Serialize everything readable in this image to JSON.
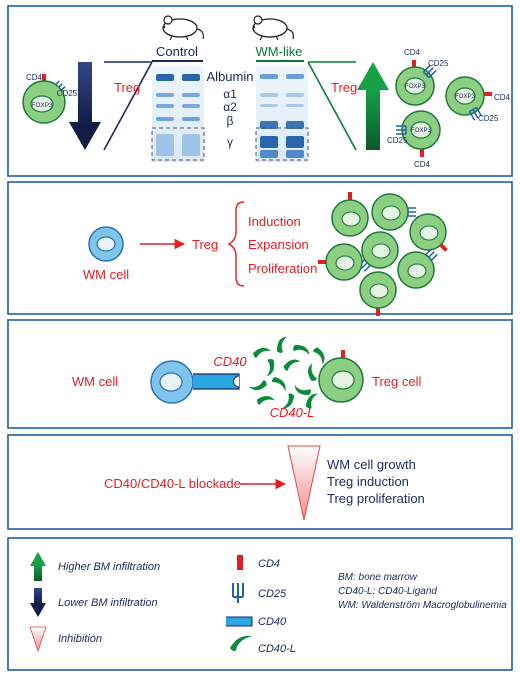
{
  "colors": {
    "frame": "#1f5fa8",
    "red": "#e31e24",
    "navy": "#1b2a5a",
    "green": "#0b7a3b",
    "cell_fill": "#8ccf83",
    "cell_stroke": "#1f7a3a",
    "wm_fill": "#7fc4ea",
    "wm_stroke": "#2a72b8",
    "cd25": "#2460b0",
    "text": "#1b2a5a"
  },
  "panel1": {
    "control_label": "Control",
    "wmlike_label": "WM-like",
    "treg_left": "Treg",
    "treg_right": "Treg",
    "bands": [
      "Albumin",
      "α1",
      "α2",
      "β",
      "γ"
    ],
    "cell_labels": {
      "cd4": "CD4",
      "cd25": "CD25",
      "foxp3": "FOXP3"
    },
    "icons": [
      "mouse-icon",
      "mouse-icon",
      "down-arrow-icon",
      "up-arrow-icon"
    ]
  },
  "panel2": {
    "wm_cell": "WM cell",
    "treg": "Treg",
    "effects": [
      "Induction",
      "Expansion",
      "Proliferation"
    ]
  },
  "panel3": {
    "wm_cell": "WM cell",
    "cd40": "CD40",
    "cd40l": "CD40-L",
    "treg_cell": "Treg cell"
  },
  "panel4": {
    "blockade": "CD40/CD40-L blockade",
    "effects": [
      "WM cell growth",
      "Treg induction",
      "Treg proliferation"
    ]
  },
  "legend": {
    "higher": "Higher BM infiltration",
    "lower": "Lower BM infiltration",
    "inhibition": "Inhibition",
    "cd4": "CD4",
    "cd25": "CD25",
    "cd40": "CD40",
    "cd40l": "CD40-L",
    "abbrev": [
      "BM: bone marrow",
      "CD40-L: CD40-Ligand",
      "WM: Waldenström Macroglobulinemia"
    ]
  }
}
